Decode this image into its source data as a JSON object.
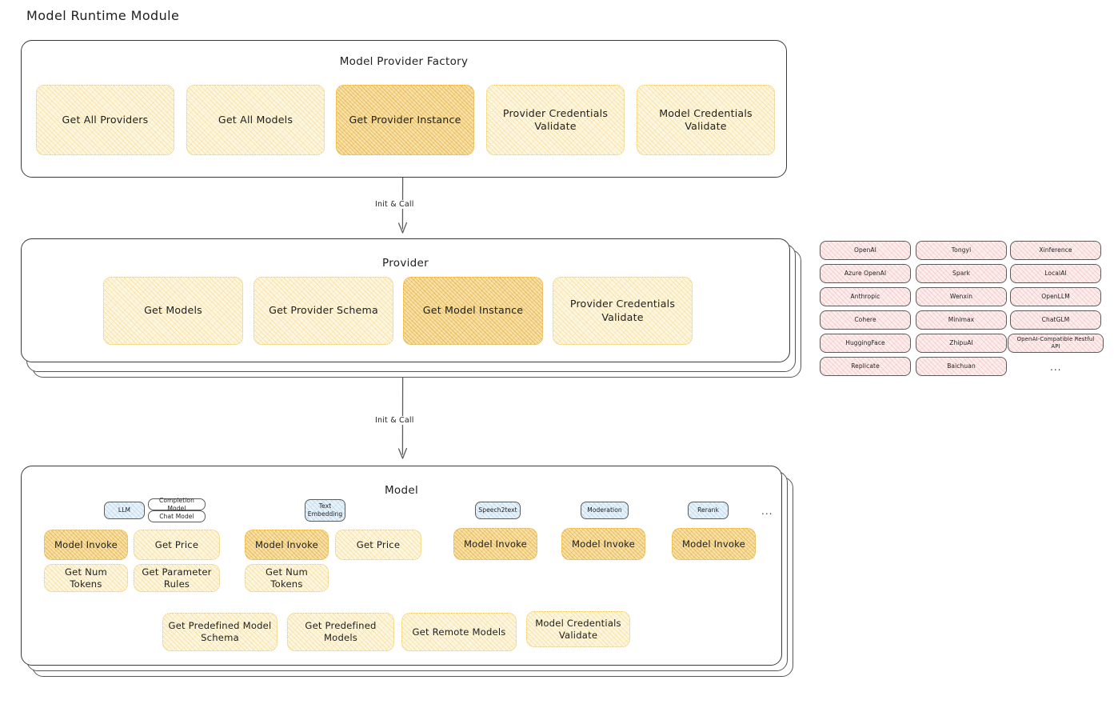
{
  "page": {
    "title": "Model Runtime Module"
  },
  "factory": {
    "title": "Model Provider Factory",
    "methods": [
      {
        "label": "Get All Providers",
        "emphasis": "light"
      },
      {
        "label": "Get All Models",
        "emphasis": "light"
      },
      {
        "label": "Get Provider Instance",
        "emphasis": "dark"
      },
      {
        "label": "Provider Credentials Validate",
        "emphasis": "light"
      },
      {
        "label": "Model Credentials Validate",
        "emphasis": "light"
      }
    ]
  },
  "arrows": [
    {
      "label": "Init & Call"
    },
    {
      "label": "Init & Call"
    }
  ],
  "provider": {
    "title": "Provider",
    "methods": [
      {
        "label": "Get Models",
        "emphasis": "light"
      },
      {
        "label": "Get Provider Schema",
        "emphasis": "light"
      },
      {
        "label": "Get Model Instance",
        "emphasis": "dark"
      },
      {
        "label": "Provider Credentials Validate",
        "emphasis": "light"
      }
    ]
  },
  "provider_list": {
    "columns": [
      [
        "OpenAI",
        "Azure OpenAI",
        "Anthropic",
        "Cohere",
        "HuggingFace",
        "Replicate"
      ],
      [
        "Tongyi",
        "Spark",
        "Wenxin",
        "Minimax",
        "ZhipuAI",
        "Baichuan"
      ],
      [
        "Xinference",
        "LocalAI",
        "OpenLLM",
        "ChatGLM",
        "OpenAI-Compatible Restful API"
      ]
    ],
    "more": "..."
  },
  "model": {
    "title": "Model",
    "more": "...",
    "types": [
      {
        "name": "LLM",
        "sub_labels": [
          "Completion Model",
          "Chat Model"
        ],
        "methods": [
          {
            "label": "Model Invoke",
            "emphasis": "dark"
          },
          {
            "label": "Get Price",
            "emphasis": "light"
          },
          {
            "label": "Get Num Tokens",
            "emphasis": "light"
          },
          {
            "label": "Get Parameter Rules",
            "emphasis": "light"
          }
        ]
      },
      {
        "name": "Text Embedding",
        "sub_labels": [],
        "methods": [
          {
            "label": "Model Invoke",
            "emphasis": "dark"
          },
          {
            "label": "Get Price",
            "emphasis": "light"
          },
          {
            "label": "Get Num Tokens",
            "emphasis": "light"
          }
        ]
      },
      {
        "name": "Speech2text",
        "sub_labels": [],
        "methods": [
          {
            "label": "Model Invoke",
            "emphasis": "dark"
          }
        ]
      },
      {
        "name": "Moderation",
        "sub_labels": [],
        "methods": [
          {
            "label": "Model Invoke",
            "emphasis": "dark"
          }
        ]
      },
      {
        "name": "Rerank",
        "sub_labels": [],
        "methods": [
          {
            "label": "Model Invoke",
            "emphasis": "dark"
          }
        ]
      }
    ],
    "common_methods": [
      {
        "label": "Get Predefined Model Schema",
        "emphasis": "light"
      },
      {
        "label": "Get Predefined Models",
        "emphasis": "light"
      },
      {
        "label": "Get Remote Models",
        "emphasis": "light"
      },
      {
        "label": "Model Credentials Validate",
        "emphasis": "light"
      }
    ]
  },
  "colors": {
    "light_fill": "#fdf6e0",
    "dark_fill": "#f8e2ad",
    "pink_fill": "#fdeeee",
    "blue_fill": "#e7f2fa",
    "stroke": "#3b3b3b",
    "text": "#1e1e1e"
  }
}
